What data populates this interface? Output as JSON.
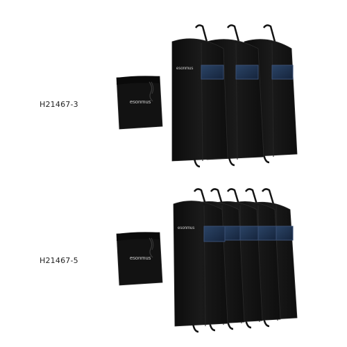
{
  "variants": [
    {
      "sku": "H21467-3",
      "brand": "esonmus",
      "garment_bag_count": 3
    },
    {
      "sku": "H21467-5",
      "brand": "esonmus",
      "garment_bag_count": 5
    }
  ],
  "colors": {
    "background": "#ffffff",
    "bag_fabric": "#141414",
    "bag_edge": "#2a2a2a",
    "window": "#1c2d4a",
    "window_frame": "#3a4f73",
    "brand_text": "#cfcfcf"
  },
  "icons": [
    "drawstring-pouch",
    "garment-bag",
    "id-window",
    "handle"
  ]
}
